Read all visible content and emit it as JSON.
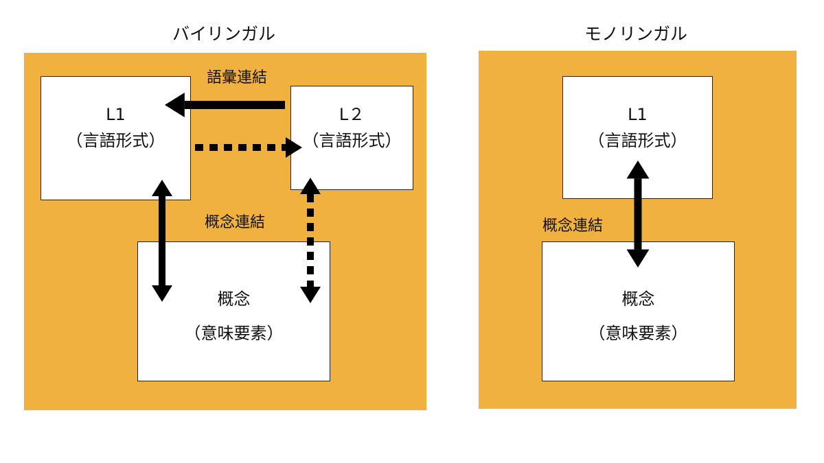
{
  "colors": {
    "panel": "#f0b13f",
    "box": "#ffffff",
    "arrow": "#000000"
  },
  "bilingual": {
    "title": "バイリンガル",
    "l1": {
      "name": "L1",
      "sub": "（言語形式）"
    },
    "l2": {
      "name": "L２",
      "sub": "（言語形式）"
    },
    "concept": {
      "name": "概念",
      "sub": "（意味要素）"
    },
    "lexical_link": "語彙連結",
    "conceptual_link": "概念連結"
  },
  "monolingual": {
    "title": "モノリンガル",
    "l1": {
      "name": "L1",
      "sub": "（言語形式）"
    },
    "concept": {
      "name": "概念",
      "sub": "（意味要素）"
    },
    "conceptual_link": "概念連結"
  },
  "arrows": [
    {
      "id": "l2-to-l1",
      "style": "solid",
      "heads": "end"
    },
    {
      "id": "l1-to-l2",
      "style": "dotted",
      "heads": "end"
    },
    {
      "id": "l1-concept",
      "style": "solid",
      "heads": "both"
    },
    {
      "id": "l2-concept",
      "style": "dotted",
      "heads": "both"
    },
    {
      "id": "mono-l1-concept",
      "style": "solid",
      "heads": "both"
    }
  ]
}
